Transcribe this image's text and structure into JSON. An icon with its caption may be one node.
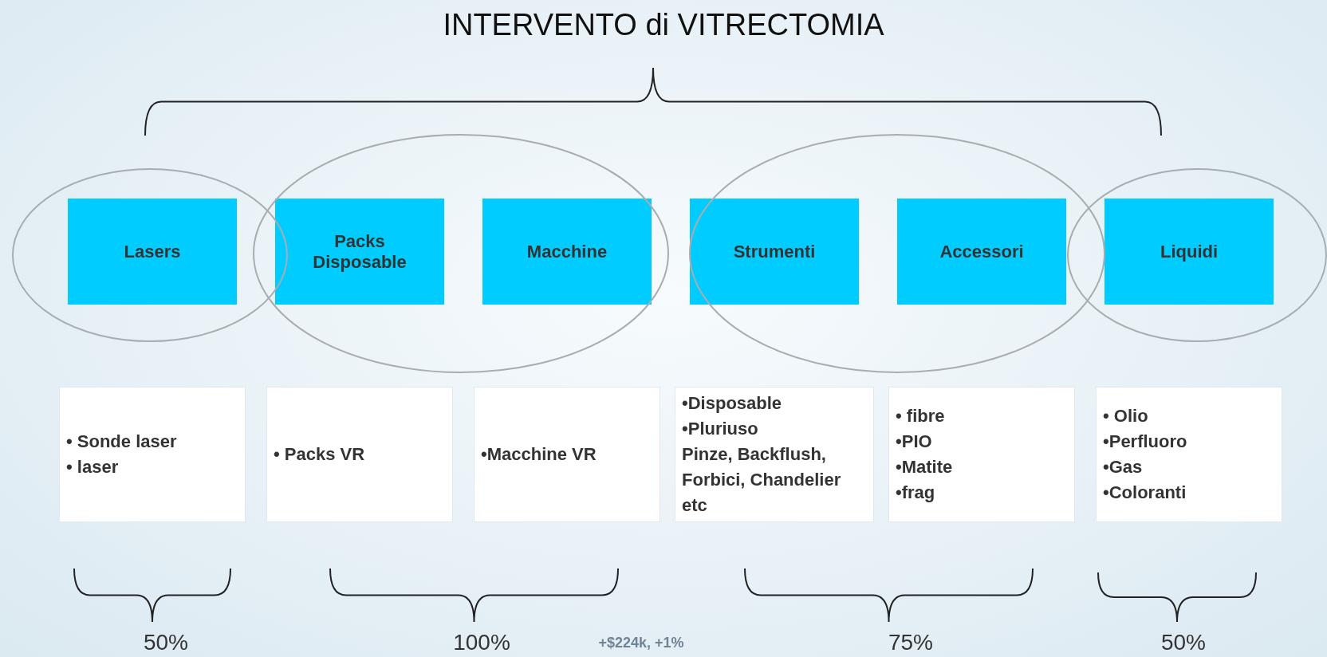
{
  "diagram": {
    "title": "INTERVENTO di VITRECTOMIA",
    "nodes": [
      {
        "text": [
          "Lasers"
        ]
      },
      {
        "text": [
          "Packs Disposable"
        ]
      },
      {
        "text": [
          "Macchine"
        ]
      },
      {
        "text": [
          "Strumenti"
        ]
      },
      {
        "text": [
          "Accessori"
        ]
      },
      {
        "text": [
          "Liquidi"
        ]
      },
      {
        "text": [
          "• Sonde laser",
          "• laser"
        ]
      },
      {
        "text": [
          "• Packs VR"
        ]
      },
      {
        "text": [
          "•Macchine VR"
        ]
      },
      {
        "text": [
          "•Disposable",
          "•Pluriuso",
          "Pinze, Backflush, Forbici, Chandelier etc"
        ]
      },
      {
        "text": [
          "• fibre",
          "•PIO",
          "•Matite",
          "•frag"
        ]
      },
      {
        "text": [
          "• Olio",
          "•Perfluoro",
          "•Gas",
          "•Coloranti"
        ]
      }
    ],
    "edges": [],
    "labels": [
      "50%",
      "100%",
      "+$224k, +1%",
      "75%",
      "50%"
    ]
  }
}
